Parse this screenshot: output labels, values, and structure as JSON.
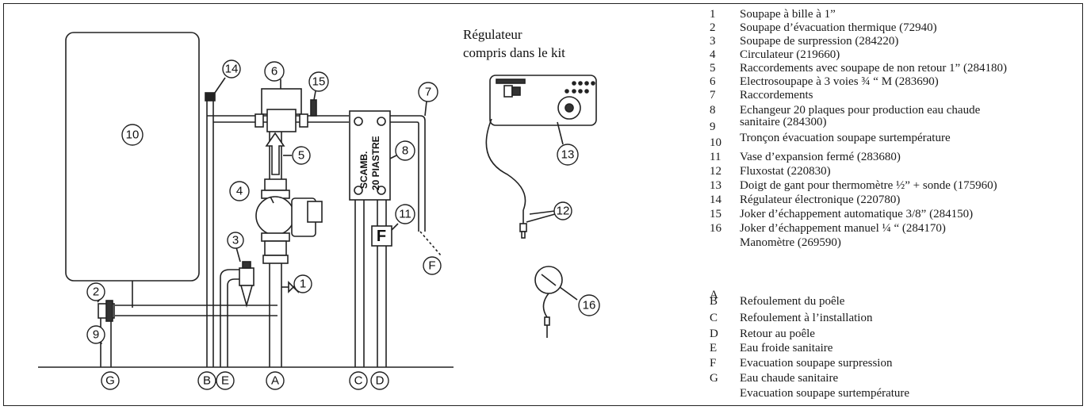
{
  "regulator_caption": [
    "Régulateur",
    "compris dans le kit"
  ],
  "exchanger_plate": [
    "SCAMB.",
    "20 PIASTRE"
  ],
  "flux_letter": "F",
  "callouts": [
    "1",
    "2",
    "3",
    "4",
    "5",
    "6",
    "7",
    "8",
    "9",
    "10",
    "11",
    "12",
    "13",
    "14",
    "15",
    "16"
  ],
  "connections": [
    "G",
    "B",
    "E",
    "A",
    "C",
    "D",
    "F"
  ],
  "legend_numbers": [
    {
      "key": "1",
      "text": "Soupape à bille à 1”"
    },
    {
      "key": "2",
      "text": "Soupape d’évacuation thermique (72940)"
    },
    {
      "key": "3",
      "text": "Soupape de surpression (284220)"
    },
    {
      "key": "4",
      "text": "Circulateur (219660)"
    },
    {
      "key": "5",
      "text": "Raccordements avec soupape de non retour 1” (284180)"
    },
    {
      "key": "6",
      "text": "Electrosoupape à 3 voies ¾ “ M (283690)"
    },
    {
      "key": "7",
      "text": "Raccordements"
    },
    {
      "key": "8",
      "text": "Echangeur 20 plaques pour production eau chaude"
    },
    {
      "key": "",
      "text": "sanitaire (284300)"
    },
    {
      "key": "9",
      "text": ""
    },
    {
      "key": "",
      "text": "Tronçon évacuation soupape surtempérature"
    },
    {
      "key": "10",
      "text": ""
    },
    {
      "key": "11",
      "text": "Vase d’expansion fermé (283680)"
    },
    {
      "key": "12",
      "text": "Fluxostat (220830)"
    },
    {
      "key": "13",
      "text": "Doigt de gant pour thermomètre ½” + sonde (175960)"
    },
    {
      "key": "14",
      "text": "Régulateur électronique (220780)"
    },
    {
      "key": "15",
      "text": "Joker d’échappement automatique 3/8” (284150)"
    },
    {
      "key": "16",
      "text": "Joker d’échappement manuel ¼ “ (284170)"
    },
    {
      "key": "",
      "text": "Manomètre (269590)"
    }
  ],
  "legend_letters": [
    {
      "key": "A",
      "text": ""
    },
    {
      "key": "B",
      "text": "Refoulement du poêle"
    },
    {
      "key": "C",
      "text": "Refoulement à l’installation"
    },
    {
      "key": "D",
      "text": "Retour au poêle"
    },
    {
      "key": "E",
      "text": "Eau froide sanitaire"
    },
    {
      "key": "F",
      "text": "Evacuation soupape surpression"
    },
    {
      "key": "G",
      "text": "Eau chaude sanitaire"
    },
    {
      "key": "",
      "text": "Evacuation soupape surtempérature"
    }
  ]
}
